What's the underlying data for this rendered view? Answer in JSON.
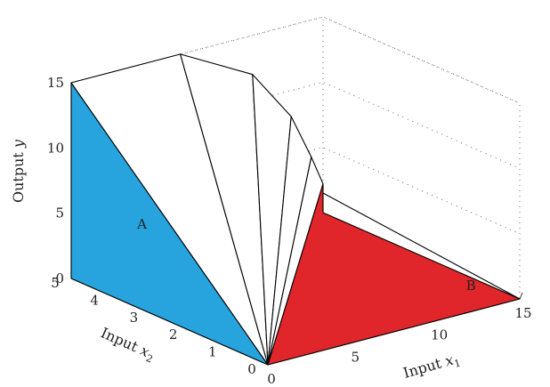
{
  "chart_data": {
    "type": "surface3d",
    "title": "",
    "xlabel": "Input",
    "xlabel_sub": "1",
    "x2label": "Input",
    "x2label_sub": "2",
    "ylabel": "Output",
    "x1_ticks": [
      "0",
      "5",
      "10",
      "15"
    ],
    "x2_ticks": [
      "0",
      "1",
      "2",
      "3",
      "4",
      "5"
    ],
    "y_ticks": [
      "0",
      "5",
      "10",
      "15"
    ],
    "x1_range": [
      0,
      15
    ],
    "x2_range": [
      0,
      5
    ],
    "y_range": [
      0,
      15
    ],
    "grid": true,
    "origin": {
      "x1": 0,
      "x2": 0,
      "y": 0
    },
    "regions": [
      {
        "label": "A",
        "color": "#27a3dd",
        "top": [
          [
            0,
            5,
            0
          ],
          [
            0,
            5,
            15
          ]
        ]
      },
      {
        "label": "",
        "color": "#ffffff",
        "top": [
          [
            0,
            5,
            15
          ],
          [
            6.5,
            5,
            15
          ]
        ]
      },
      {
        "label": "",
        "color": "#ffffff",
        "top": [
          [
            6.5,
            5,
            15
          ],
          [
            10.8,
            5,
            12
          ]
        ]
      },
      {
        "label": "",
        "color": "#ffffff",
        "top": [
          [
            10.8,
            5,
            12
          ],
          [
            13.1,
            5,
            8
          ]
        ]
      },
      {
        "label": "",
        "color": "#ffffff",
        "top": [
          [
            13.1,
            5,
            8
          ],
          [
            14.3,
            5,
            4.5
          ]
        ]
      },
      {
        "label": "",
        "color": "#ffffff",
        "top": [
          [
            14.3,
            5,
            4.5
          ],
          [
            15,
            5,
            2.2
          ]
        ]
      },
      {
        "label": "B",
        "color": "#e0262b",
        "top": [
          [
            15,
            5,
            2.2
          ],
          [
            15,
            5,
            0
          ],
          [
            15,
            0,
            0
          ]
        ]
      }
    ],
    "b_inner_line": [
      [
        15,
        0,
        0
      ],
      [
        15,
        5,
        1.5
      ]
    ],
    "region_labels": [
      {
        "label": "A",
        "at": [
          0,
          3.2,
          6.2
        ]
      },
      {
        "label": "B",
        "at": [
          13.5,
          0.6,
          0.4
        ]
      }
    ]
  }
}
